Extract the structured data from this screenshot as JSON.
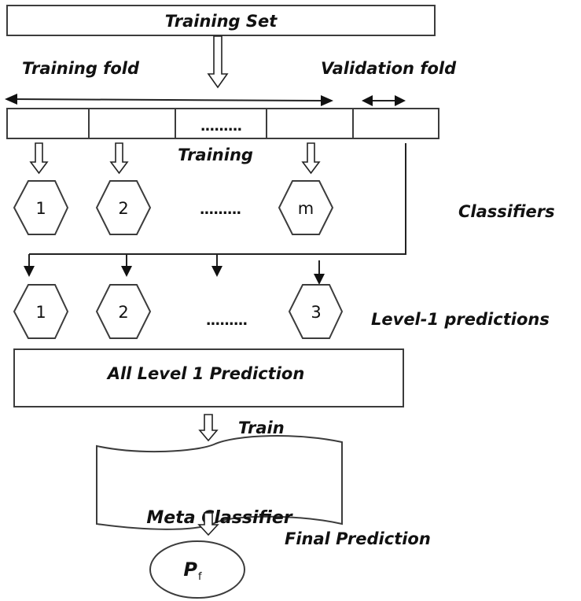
{
  "diagram": {
    "title": "Stacking ensemble: training fold / validation fold",
    "colors": {
      "stroke": "#222222",
      "text": "#111111",
      "background": "#ffffff"
    },
    "nodes": {
      "training_set": "Training Set",
      "training_fold_label": "Training fold",
      "validation_fold_label": "Validation fold",
      "fold_ellipsis": ".........",
      "training_label": "Training",
      "classifiers_label": "Classifiers",
      "classifier_ellipsis": ".........",
      "classifiers": [
        "1",
        "2",
        "m"
      ],
      "level1_label": "Level-1 predictions",
      "level1_ellipsis": ".........",
      "level1_predictions": [
        "1",
        "2",
        "3"
      ],
      "all_level1": "All Level 1 Prediction",
      "train_label": "Train",
      "meta_classifier": "Meta Classifier",
      "final_prediction_label": "Final Prediction",
      "final_output_main": "P",
      "final_output_sub": "f"
    },
    "folds": {
      "training_fold_count_shown": 4,
      "validation_fold_count_shown": 1
    },
    "edges": [
      {
        "from": "Training Set",
        "to": "Folds",
        "style": "hollow-arrow"
      },
      {
        "from": "Fold 1",
        "to": "Classifier 1",
        "style": "hollow-arrow"
      },
      {
        "from": "Fold 2",
        "to": "Classifier 2",
        "style": "hollow-arrow"
      },
      {
        "from": "Fold m",
        "to": "Classifier m",
        "style": "hollow-arrow"
      },
      {
        "from": "Validation fold",
        "to": "Level-1 predictions",
        "style": "solid-arrow"
      },
      {
        "from": "All Level 1 Prediction",
        "to": "Meta Classifier",
        "style": "hollow-arrow",
        "label": "Train"
      },
      {
        "from": "Meta Classifier",
        "to": "Pf",
        "style": "hollow-arrow",
        "label": "Final Prediction"
      }
    ]
  }
}
